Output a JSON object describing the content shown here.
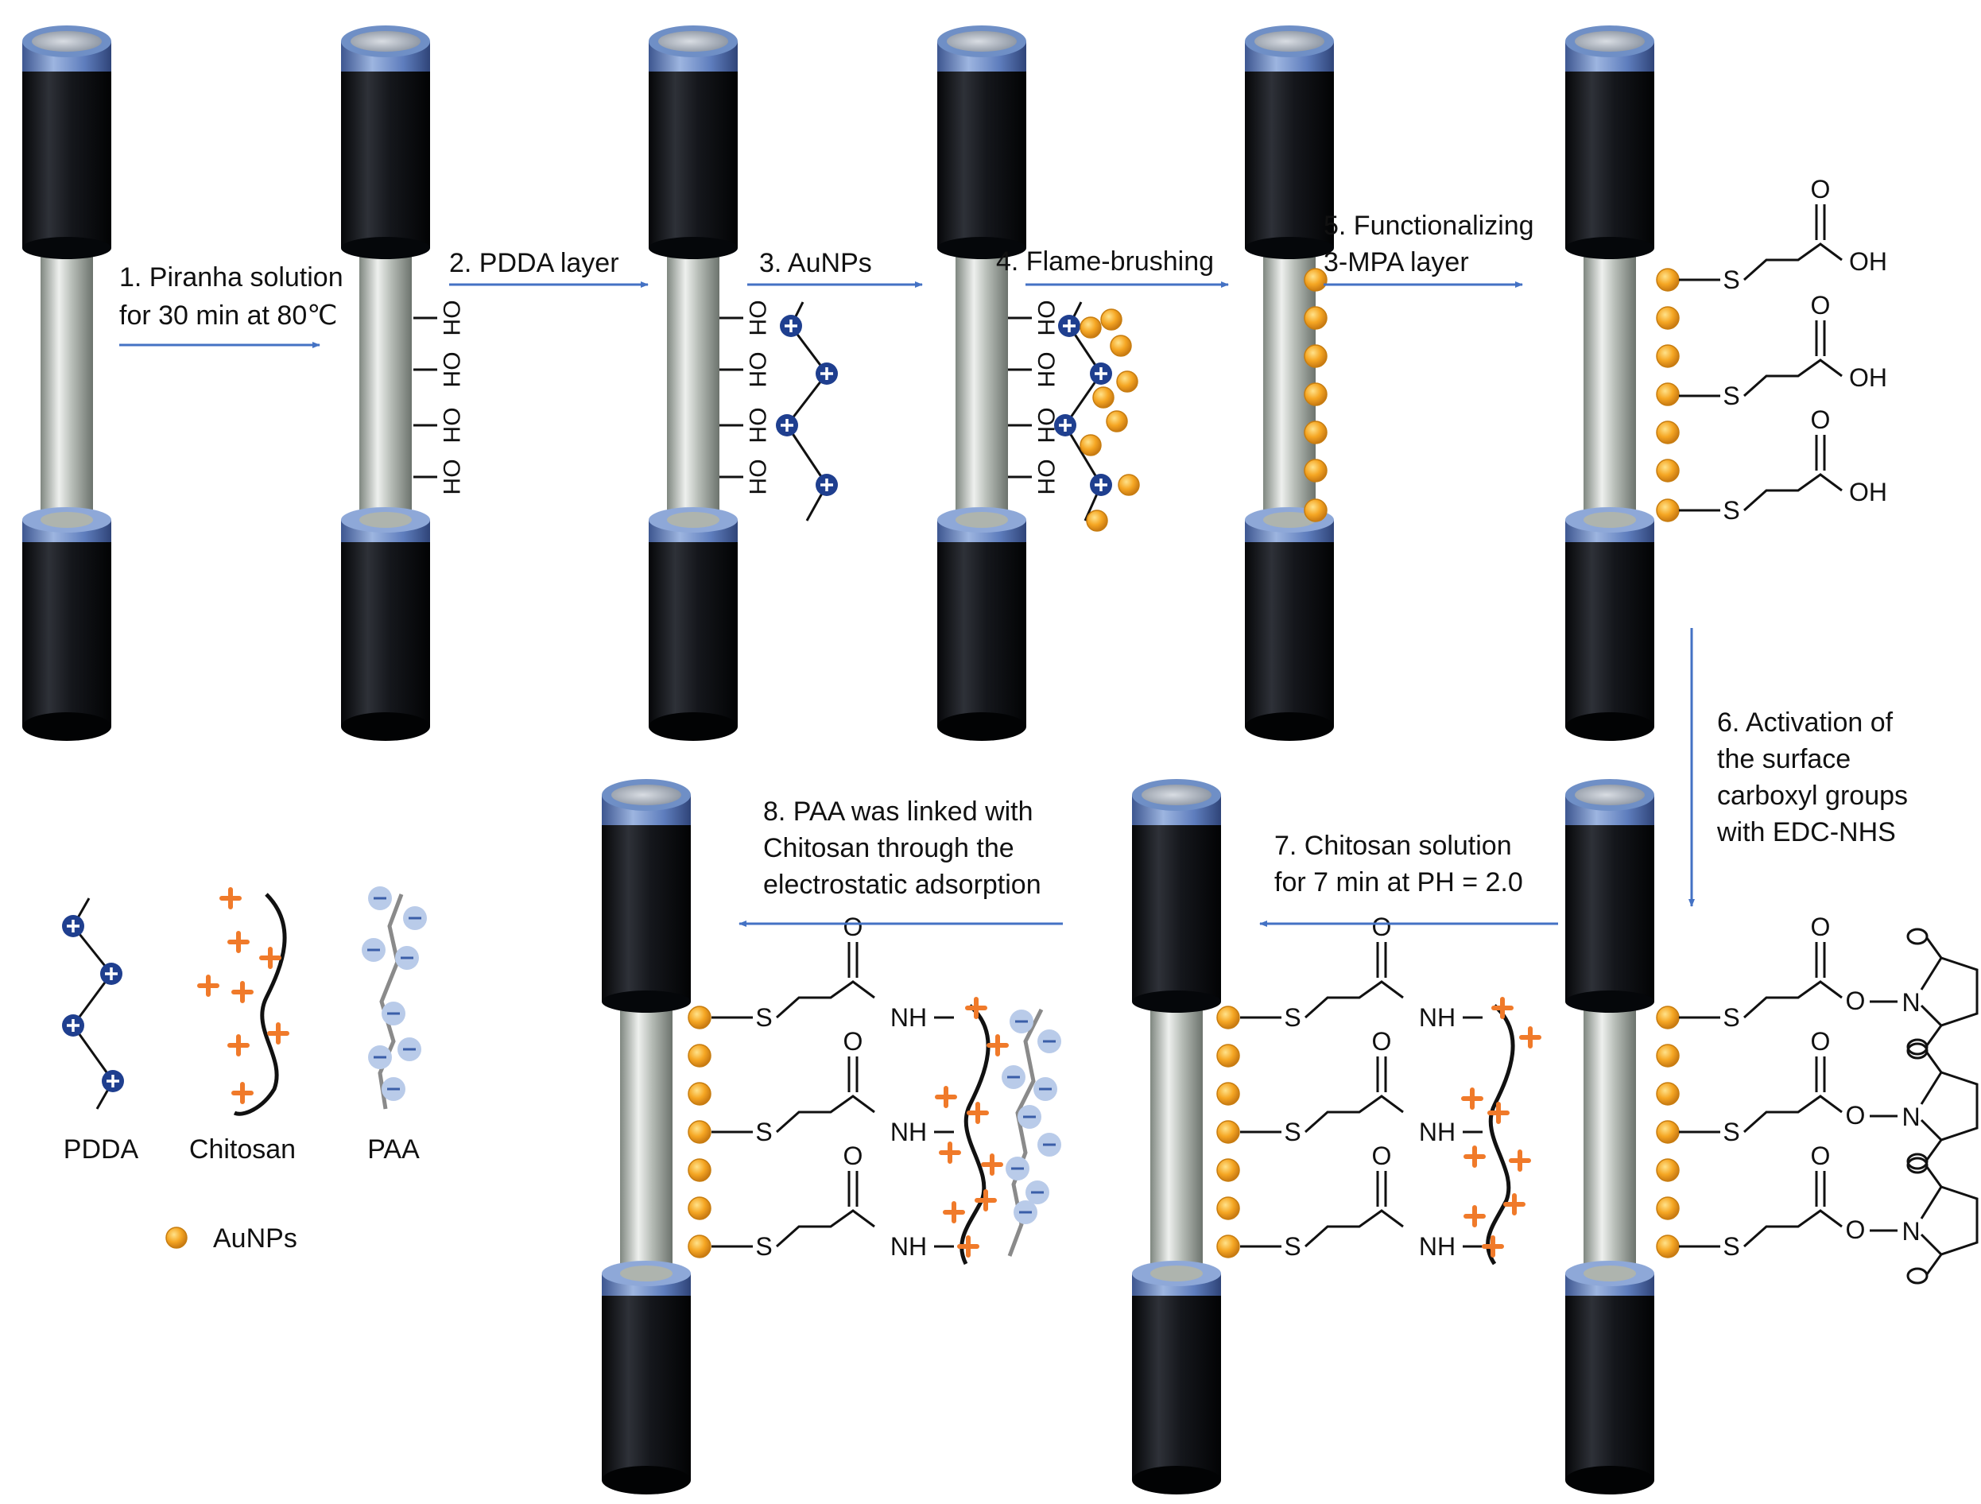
{
  "steps": {
    "s1": [
      "1. Piranha solution",
      "for 30 min at 80℃"
    ],
    "s2": [
      "2. PDDA layer"
    ],
    "s3": [
      "3. AuNPs"
    ],
    "s4": [
      "4. Flame-brushing"
    ],
    "s5": [
      "5. Functionalizing",
      "3-MPA layer"
    ],
    "s6": [
      "6. Activation of",
      "the surface",
      "carboxyl groups",
      "with EDC-NHS"
    ],
    "s7": [
      "7. Chitosan solution",
      "for 7 min at PH = 2.0"
    ],
    "s8": [
      "8. PAA was linked with",
      "Chitosan through the",
      "electrostatic adsorption"
    ]
  },
  "chem": {
    "oh": "OH",
    "s": "S",
    "o": "O",
    "nh": "NH",
    "n": "N",
    "minus": "−"
  },
  "legend": {
    "pdda": "PDDA",
    "chitosan": "Chitosan",
    "paa": "PAA",
    "aunps": "AuNPs"
  },
  "colors": {
    "arrow": "#4472c4",
    "gold": "#f5a623",
    "pdda_charge": "#1f3f8f",
    "chitosan_charge": "#f07a2a",
    "paa_charge": "#b9cbe9",
    "paa_chain": "#8a8a8a",
    "cap_dark": "#0d0f14",
    "cap_blue": "#6f8fc6"
  }
}
